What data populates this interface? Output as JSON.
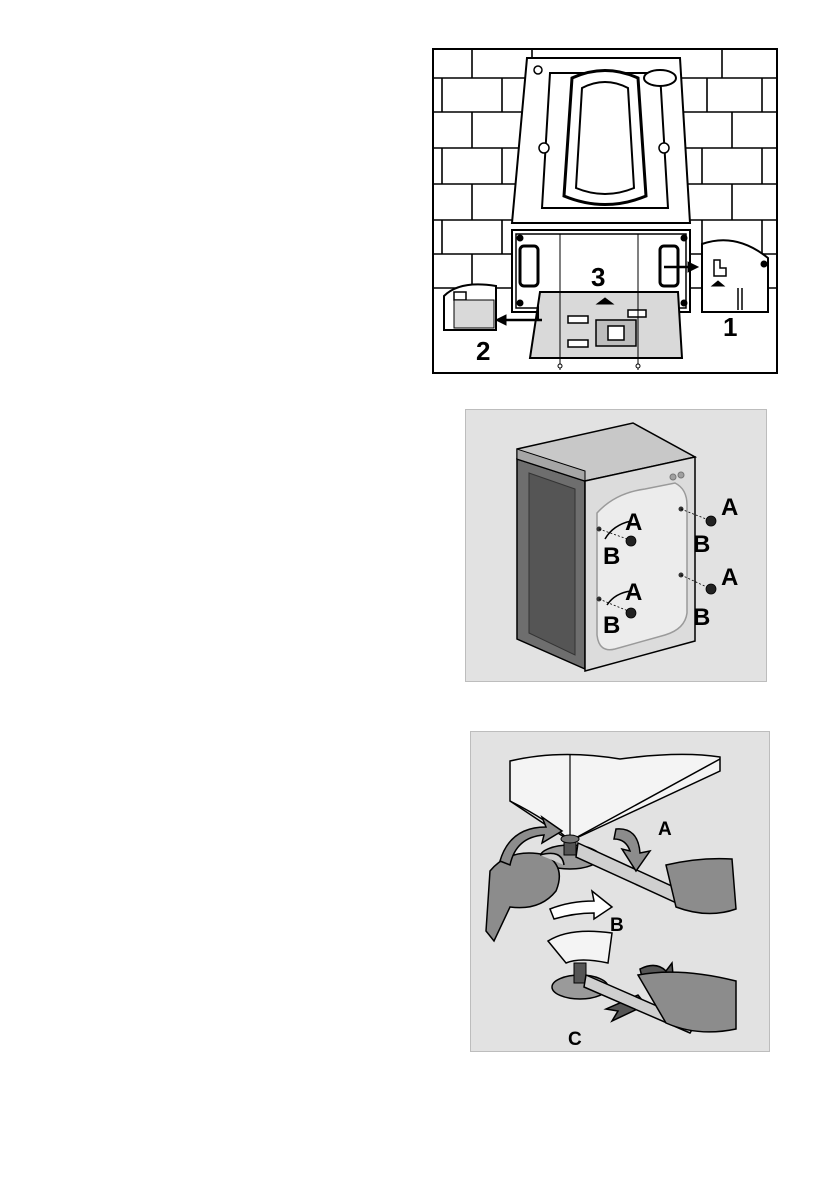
{
  "figure1": {
    "labels": {
      "step1": "1",
      "step2": "2",
      "step3": "3"
    }
  },
  "figure2": {
    "labels": {
      "a": "A",
      "b": "B"
    }
  },
  "figure3": {
    "labels": {
      "a": "A",
      "b": "B",
      "c": "C"
    }
  },
  "colors": {
    "ink": "#000000",
    "figure_bg": "#e2e2e2",
    "wall": "#ffffff",
    "machine_panel": "#d9d9d9",
    "arrow_fill": "#ffffff"
  }
}
